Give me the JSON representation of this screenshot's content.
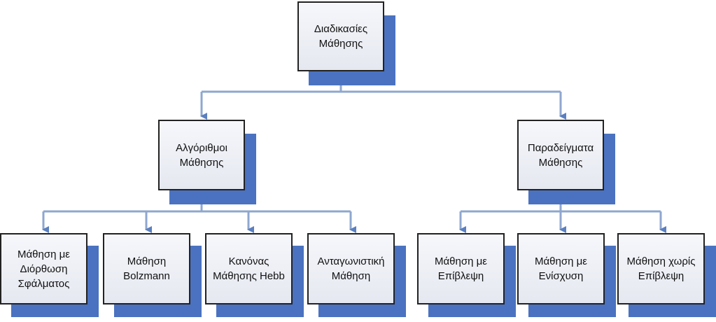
{
  "diagram": {
    "root": {
      "line1": "Διαδικασίες",
      "line2": "Μάθησης"
    },
    "branches": [
      {
        "line1": "Αλγόριθμοι",
        "line2": "Μάθησης",
        "children": [
          {
            "lines": [
              "Μάθηση με",
              "Διόρθωση",
              "Σφάλματος"
            ]
          },
          {
            "lines": [
              "Μάθηση",
              "Bolzmann"
            ]
          },
          {
            "lines": [
              "Κανόνας",
              "Μάθησης Hebb"
            ]
          },
          {
            "lines": [
              "Ανταγωνιστική",
              "Μάθηση"
            ]
          }
        ]
      },
      {
        "line1": "Παραδείγματα",
        "line2": "Μάθησης",
        "children": [
          {
            "lines": [
              "Μάθηση με",
              "Επίβλεψη"
            ]
          },
          {
            "lines": [
              "Μάθηση με",
              "Ενίσχυση"
            ]
          },
          {
            "lines": [
              "Μάθηση χωρίς",
              "Επίβλεψη"
            ]
          }
        ]
      }
    ],
    "colors": {
      "connector": "#5b7fbf",
      "shadow": "#4a72c0",
      "box_border": "#222222"
    }
  }
}
